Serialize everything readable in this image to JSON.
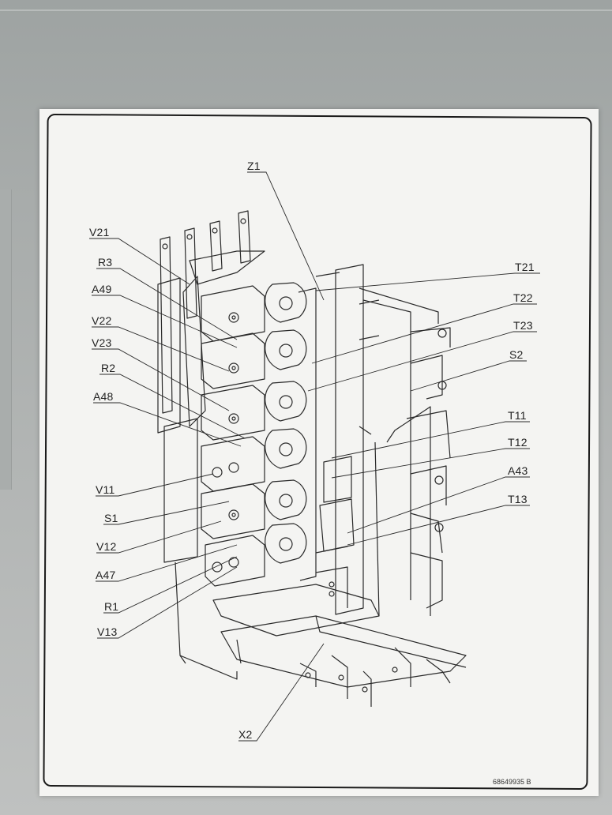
{
  "labels": {
    "z1": "Z1",
    "v21": "V21",
    "r3": "R3",
    "a49": "A49",
    "v22": "V22",
    "v23": "V23",
    "r2": "R2",
    "a48": "A48",
    "v11": "V11",
    "s1": "S1",
    "v12": "V12",
    "a47": "A47",
    "r1": "R1",
    "v13": "V13",
    "t21": "T21",
    "t22": "T22",
    "t23": "T23",
    "s2": "S2",
    "t11": "T11",
    "t12": "T12",
    "a43": "A43",
    "t13": "T13",
    "x2": "X2"
  },
  "document_number": "68649935 B",
  "colors": {
    "line": "#2a2a2a",
    "paper": "#f4f4f2"
  }
}
